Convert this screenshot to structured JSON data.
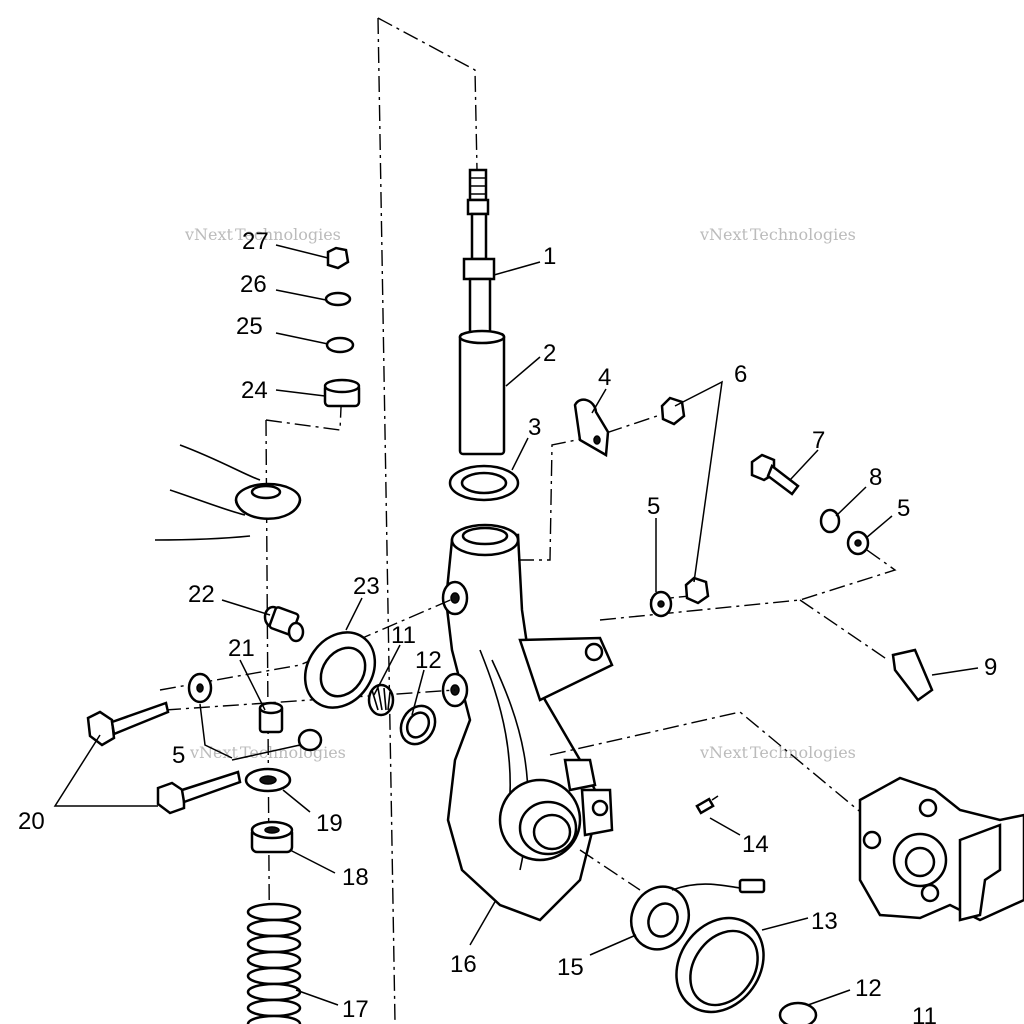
{
  "diagram": {
    "watermark_lines": [
      "vNext",
      "Technologies"
    ],
    "callouts": [
      {
        "id": "c1",
        "label": "1"
      },
      {
        "id": "c2",
        "label": "2"
      },
      {
        "id": "c3",
        "label": "3"
      },
      {
        "id": "c4",
        "label": "4"
      },
      {
        "id": "c5a",
        "label": "5"
      },
      {
        "id": "c5b",
        "label": "5"
      },
      {
        "id": "c5c",
        "label": "5"
      },
      {
        "id": "c6",
        "label": "6"
      },
      {
        "id": "c7",
        "label": "7"
      },
      {
        "id": "c8",
        "label": "8"
      },
      {
        "id": "c9",
        "label": "9"
      },
      {
        "id": "c11a",
        "label": "11"
      },
      {
        "id": "c11b",
        "label": "11"
      },
      {
        "id": "c12a",
        "label": "12"
      },
      {
        "id": "c12b",
        "label": "12"
      },
      {
        "id": "c13",
        "label": "13"
      },
      {
        "id": "c14",
        "label": "14"
      },
      {
        "id": "c15",
        "label": "15"
      },
      {
        "id": "c16",
        "label": "16"
      },
      {
        "id": "c17",
        "label": "17"
      },
      {
        "id": "c18",
        "label": "18"
      },
      {
        "id": "c19",
        "label": "19"
      },
      {
        "id": "c20",
        "label": "20"
      },
      {
        "id": "c21",
        "label": "21"
      },
      {
        "id": "c22",
        "label": "22"
      },
      {
        "id": "c23",
        "label": "23"
      },
      {
        "id": "c24",
        "label": "24"
      },
      {
        "id": "c25",
        "label": "25"
      },
      {
        "id": "c26",
        "label": "26"
      },
      {
        "id": "c27",
        "label": "27"
      }
    ]
  }
}
